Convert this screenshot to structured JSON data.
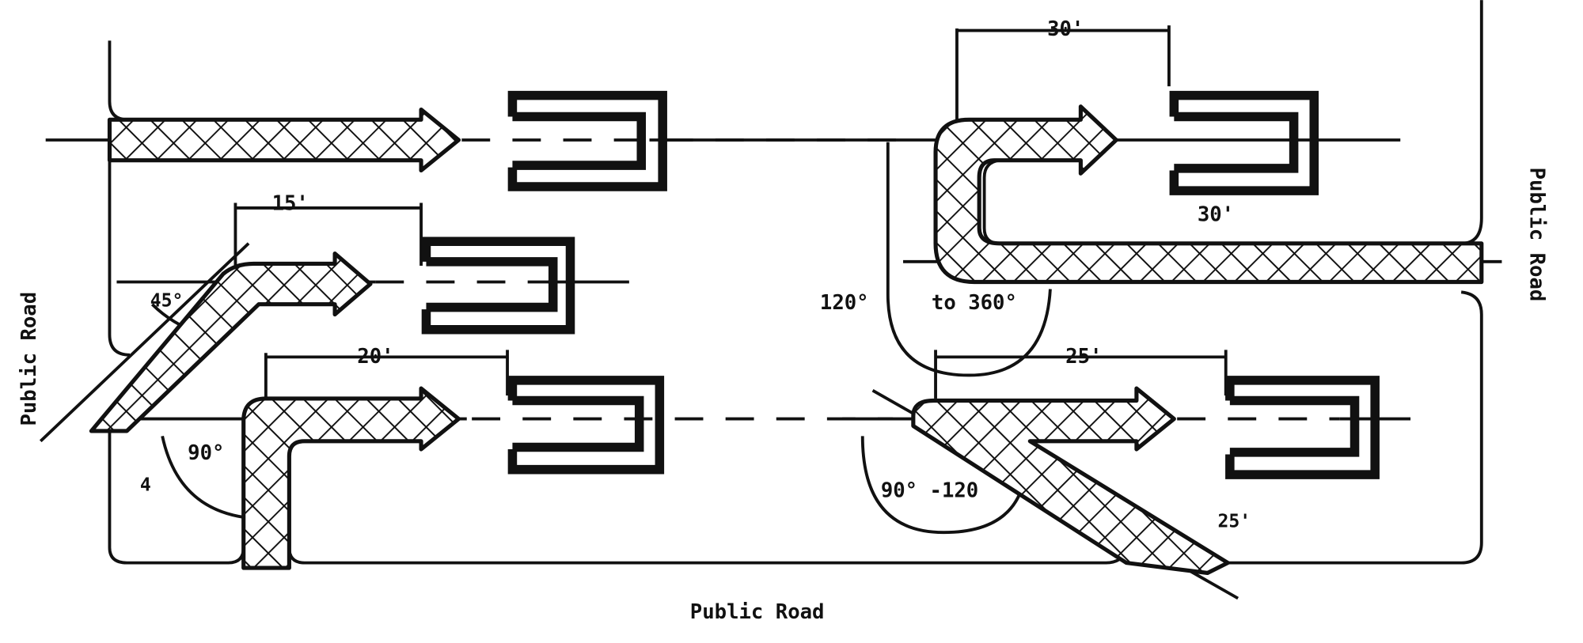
{
  "diagram": {
    "road_labels": {
      "bottom": "Public Road",
      "left": "Public Road",
      "right": "Public Road"
    },
    "layouts": [
      {
        "name": "straight",
        "labels": []
      },
      {
        "name": "angled-45",
        "labels": [
          "15'",
          "45°"
        ]
      },
      {
        "name": "right-angle-90",
        "labels": [
          "20'",
          "90°",
          "4"
        ]
      },
      {
        "name": "u-turn",
        "labels": [
          "30'",
          "30'",
          "120°",
          "to 360°"
        ]
      },
      {
        "name": "obtuse",
        "labels": [
          "25'",
          "90° -120",
          "25'"
        ]
      }
    ],
    "colors": {
      "ink": "#111111",
      "paper": "#ffffff"
    }
  }
}
